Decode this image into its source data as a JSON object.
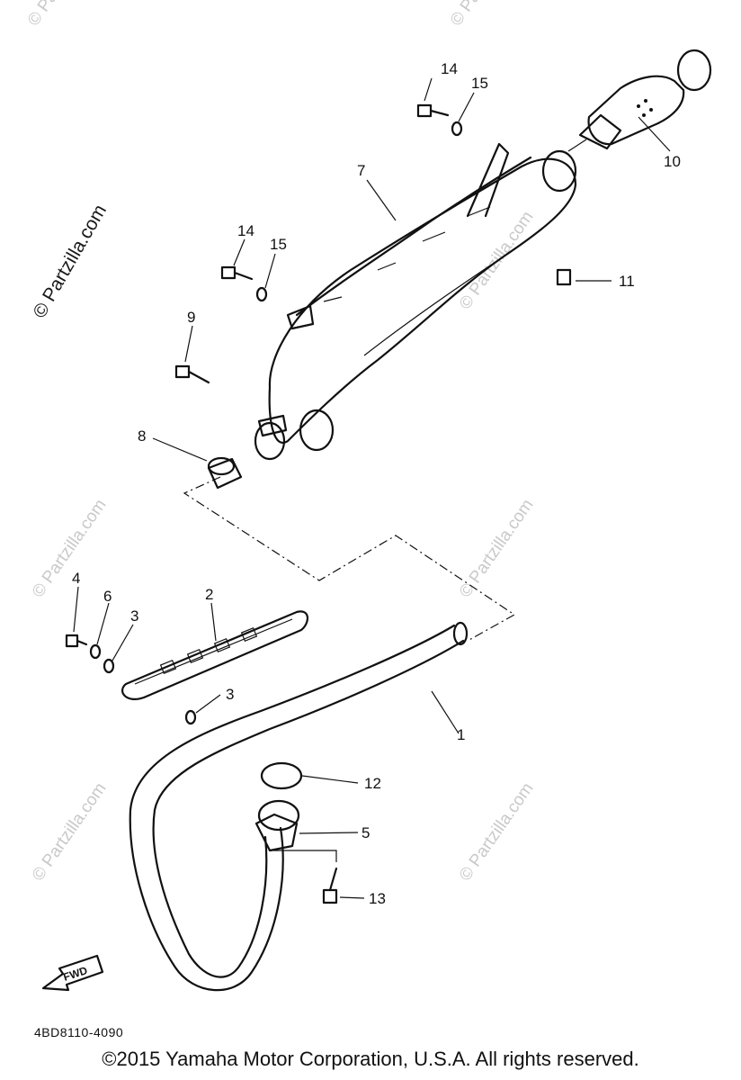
{
  "watermarks": {
    "main": "© Partzilla.com",
    "repeat": "© Partzilla.com"
  },
  "callouts": [
    {
      "id": "c1",
      "label": "1"
    },
    {
      "id": "c2",
      "label": "2"
    },
    {
      "id": "c3a",
      "label": "3"
    },
    {
      "id": "c3b",
      "label": "3"
    },
    {
      "id": "c4",
      "label": "4"
    },
    {
      "id": "c5",
      "label": "5"
    },
    {
      "id": "c6",
      "label": "6"
    },
    {
      "id": "c7",
      "label": "7"
    },
    {
      "id": "c8",
      "label": "8"
    },
    {
      "id": "c9",
      "label": "9"
    },
    {
      "id": "c10",
      "label": "10"
    },
    {
      "id": "c11",
      "label": "11"
    },
    {
      "id": "c12",
      "label": "12"
    },
    {
      "id": "c13",
      "label": "13"
    },
    {
      "id": "c14a",
      "label": "14"
    },
    {
      "id": "c14b",
      "label": "14"
    },
    {
      "id": "c15a",
      "label": "15"
    },
    {
      "id": "c15b",
      "label": "15"
    }
  ],
  "fwd_label": "FWD",
  "diagram_code": "4BD8110-4090",
  "copyright": "©2015  Yamaha Motor Corporation, U.S.A. All rights reserved."
}
